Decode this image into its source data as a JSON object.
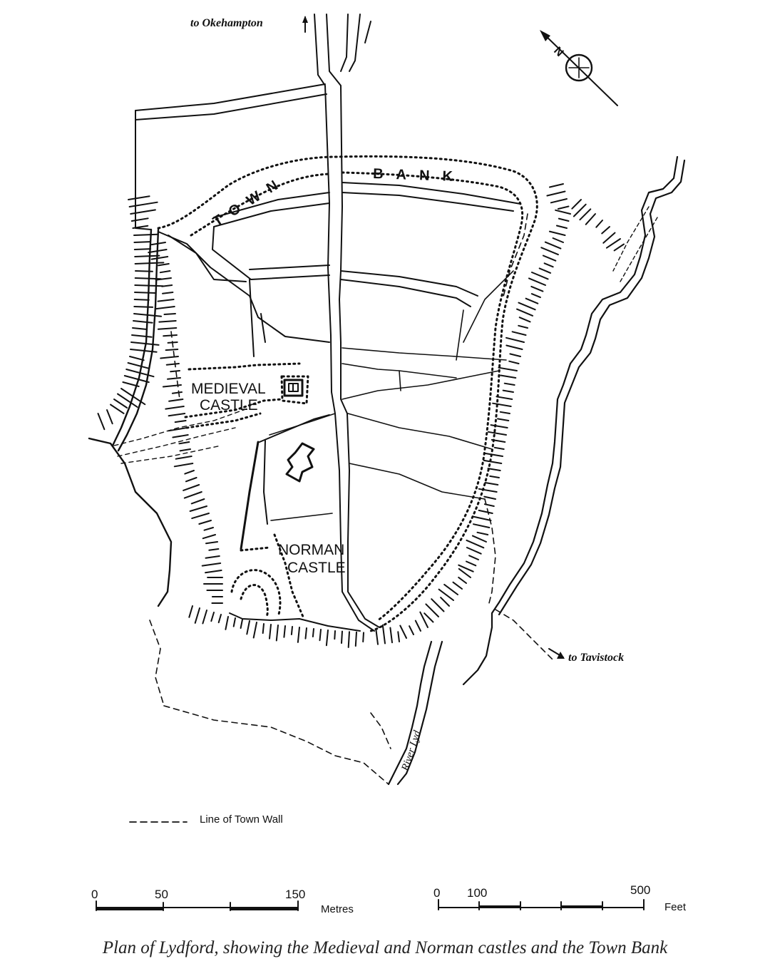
{
  "roads": {
    "to_okehampton": "to Okehampton",
    "to_tavistock": "to Tavistock"
  },
  "features": {
    "town_bank_left": "TOWN",
    "town_bank_right": "BANK",
    "medieval_castle": [
      "MEDIEVAL",
      "CASTLE"
    ],
    "norman_castle": [
      "NORMAN",
      "CASTLE"
    ],
    "river": "River Lyd"
  },
  "compass": {
    "letter": "N"
  },
  "legend": {
    "town_wall": "Line of Town Wall"
  },
  "scale_metres": {
    "ticks": [
      "0",
      "50",
      "150"
    ],
    "unit": "Metres"
  },
  "scale_feet": {
    "ticks": [
      "0",
      "100",
      "500"
    ],
    "unit": "Feet"
  },
  "caption": "Plan of Lydford, showing the Medieval and Norman castles and the Town Bank",
  "colors": {
    "ink": "#111111",
    "paper": "#ffffff"
  }
}
